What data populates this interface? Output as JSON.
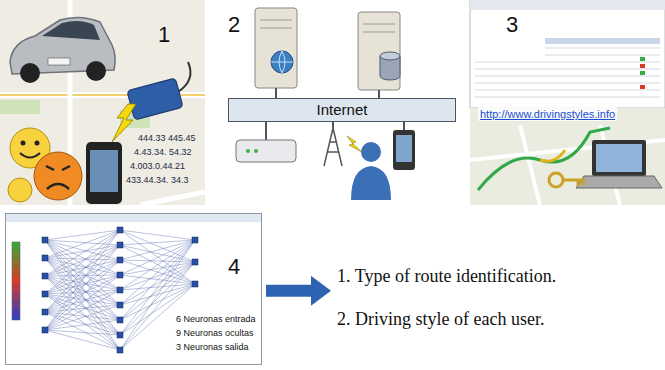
{
  "diagram": {
    "nodes": [
      {
        "text": [
          "1"
        ]
      },
      {
        "text": [
          "Internet"
        ]
      },
      {
        "text": [
          "3",
          "http://www.drivingstyles.info"
        ]
      },
      {
        "text": [
          "4",
          "6 Neuronas entrada",
          "9 Neuronas ocultas",
          "3 Neuronas salida"
        ]
      },
      {
        "text": [
          "1. Type of route identification.",
          "2. Driving style of each user."
        ]
      }
    ],
    "edges": [
      {
        "from": 3,
        "to": 4,
        "arrow": "to"
      }
    ],
    "labels": [
      "2",
      "444.33 445.45",
      "4.43.34. 54.32",
      "4.003.0.44.21",
      "433.44.34. 34.3"
    ]
  }
}
